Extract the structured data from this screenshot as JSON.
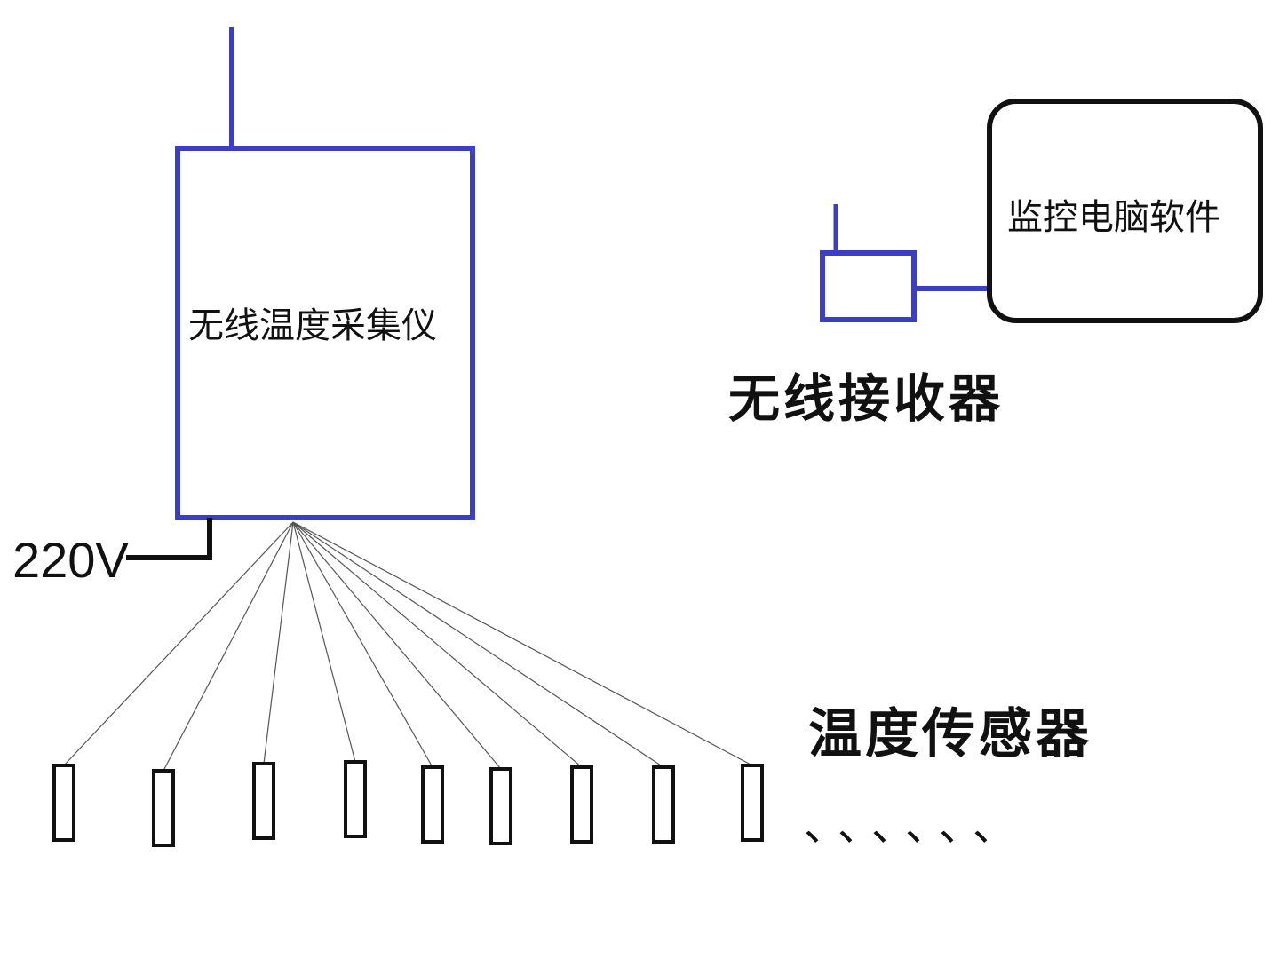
{
  "collector": {
    "label": "无线温度采集仪"
  },
  "power": {
    "label": "220V"
  },
  "receiver": {
    "label": "无线接收器"
  },
  "computer": {
    "label": "监控电脑软件"
  },
  "sensors": {
    "label": "温度传感器",
    "count": 9,
    "ellipsis": "、、、、、、"
  },
  "colors": {
    "wireless": "#3b3fc4",
    "wire": "#111111",
    "sensor_line": "#555555"
  }
}
